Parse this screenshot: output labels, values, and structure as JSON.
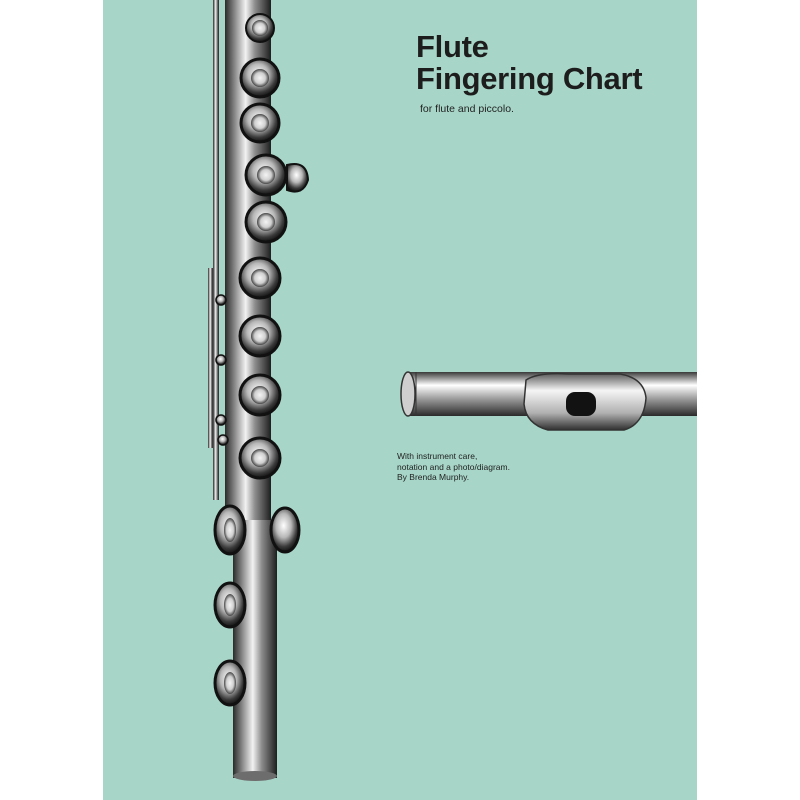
{
  "cover": {
    "background_color": "#a7d6c8",
    "title_line1": "Flute",
    "title_line2": "Fingering Chart",
    "subtitle": "for flute and piccolo.",
    "credits": [
      "With instrument care,",
      "notation and a photo/diagram.",
      "By Brenda Murphy."
    ]
  },
  "images": {
    "flute_body": "silver-flute-body-photo",
    "head_joint": "flute-head-joint-photo"
  }
}
